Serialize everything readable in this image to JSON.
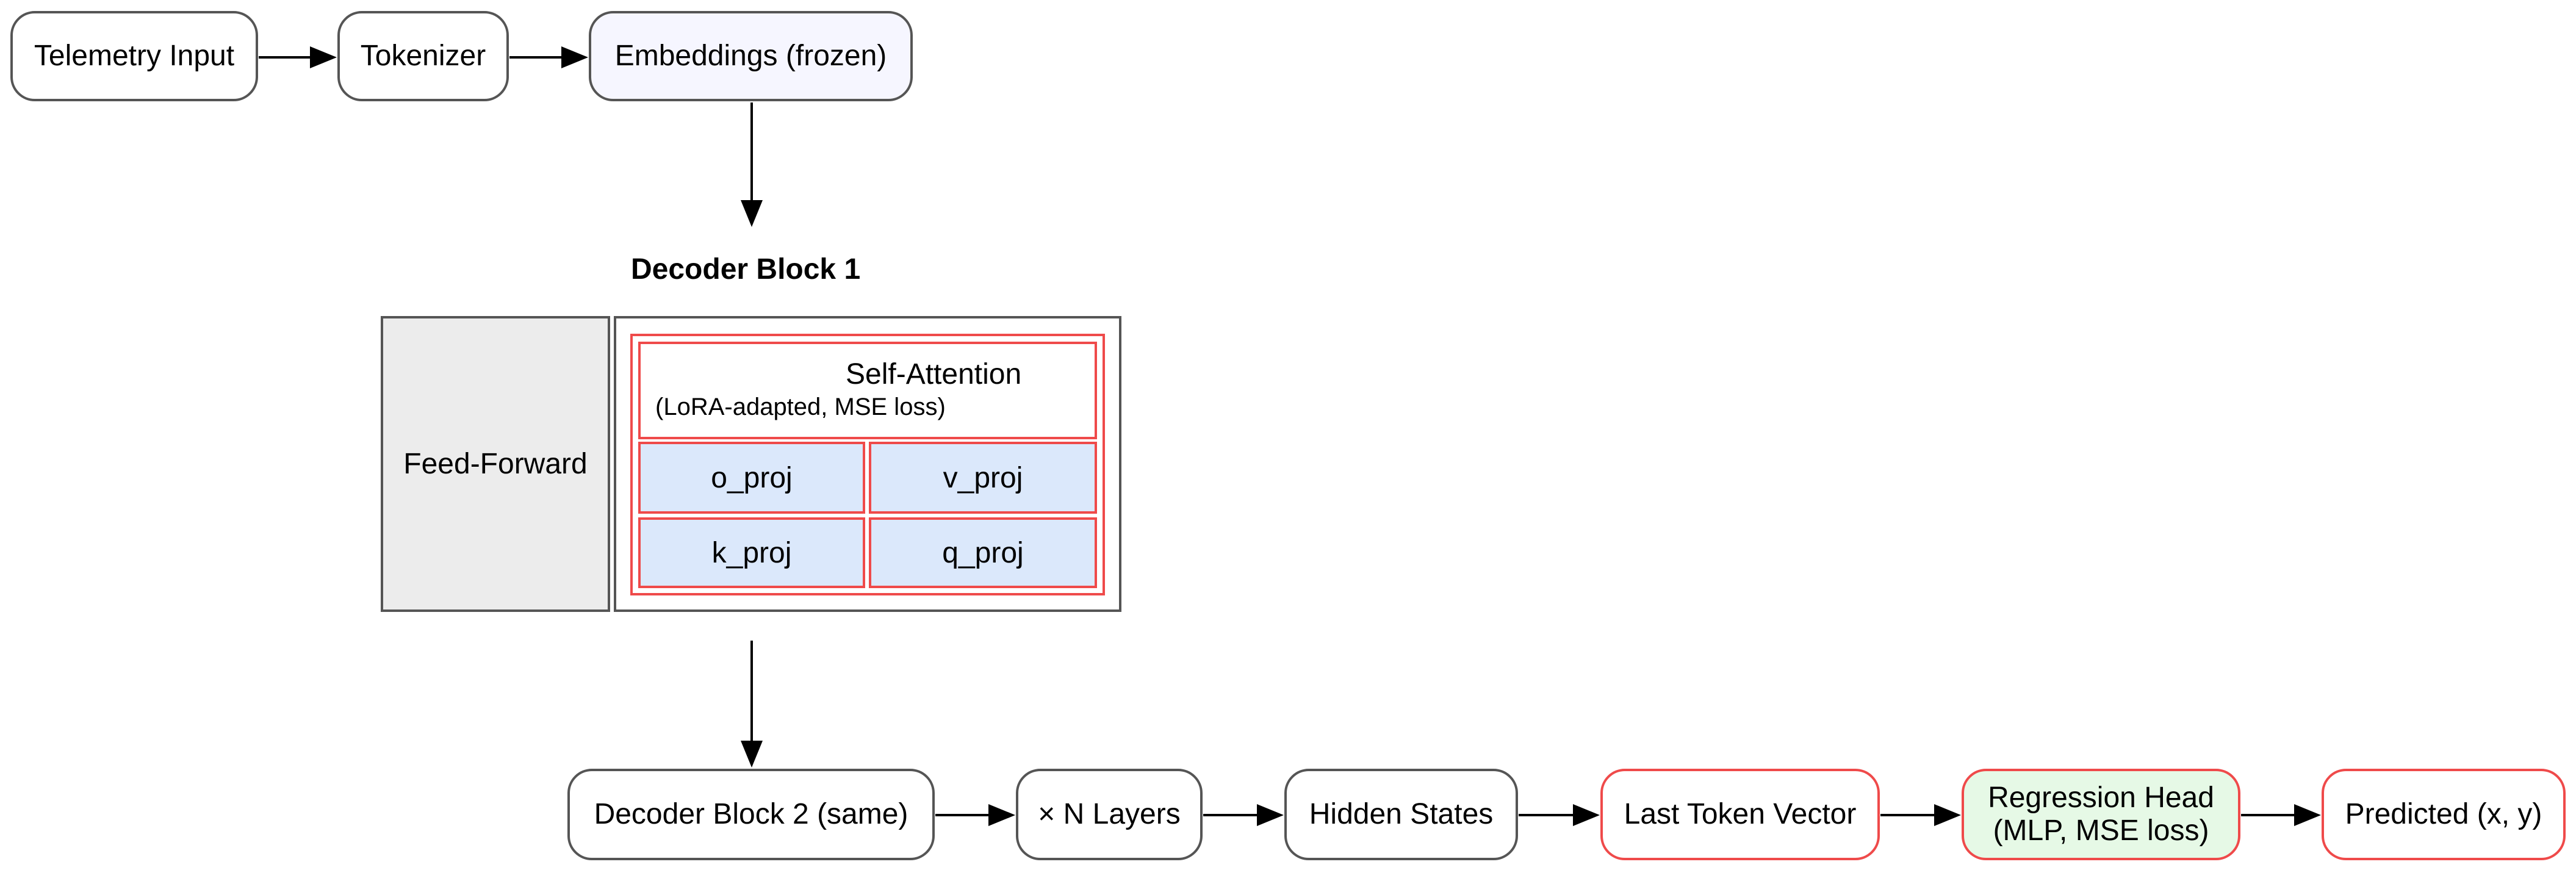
{
  "nodes": {
    "telemetry": "Telemetry Input",
    "tokenizer": "Tokenizer",
    "embeddings": "Embeddings (frozen)",
    "decoder_block_2": "Decoder Block 2 (same)",
    "n_layers": "× N Layers",
    "hidden_states": "Hidden States",
    "last_token": "Last Token Vector",
    "regression_head_line1": "Regression Head",
    "regression_head_line2": "(MLP, MSE loss)",
    "predicted": "Predicted (x, y)"
  },
  "decoder_block_1": {
    "title": "Decoder Block 1",
    "feed_forward": "Feed-Forward",
    "attention_title": "Self-Attention",
    "attention_subtitle": "(LoRA-adapted, MSE loss)",
    "projections": [
      "o_proj",
      "v_proj",
      "k_proj",
      "q_proj"
    ]
  },
  "colors": {
    "border_gray": "#555555",
    "border_red": "#ef4a4a",
    "embeddings_fill": "#f6f6ff",
    "regression_fill": "#e6f9e6",
    "projection_fill": "#dbe8fb",
    "feed_forward_fill": "#ececec"
  }
}
